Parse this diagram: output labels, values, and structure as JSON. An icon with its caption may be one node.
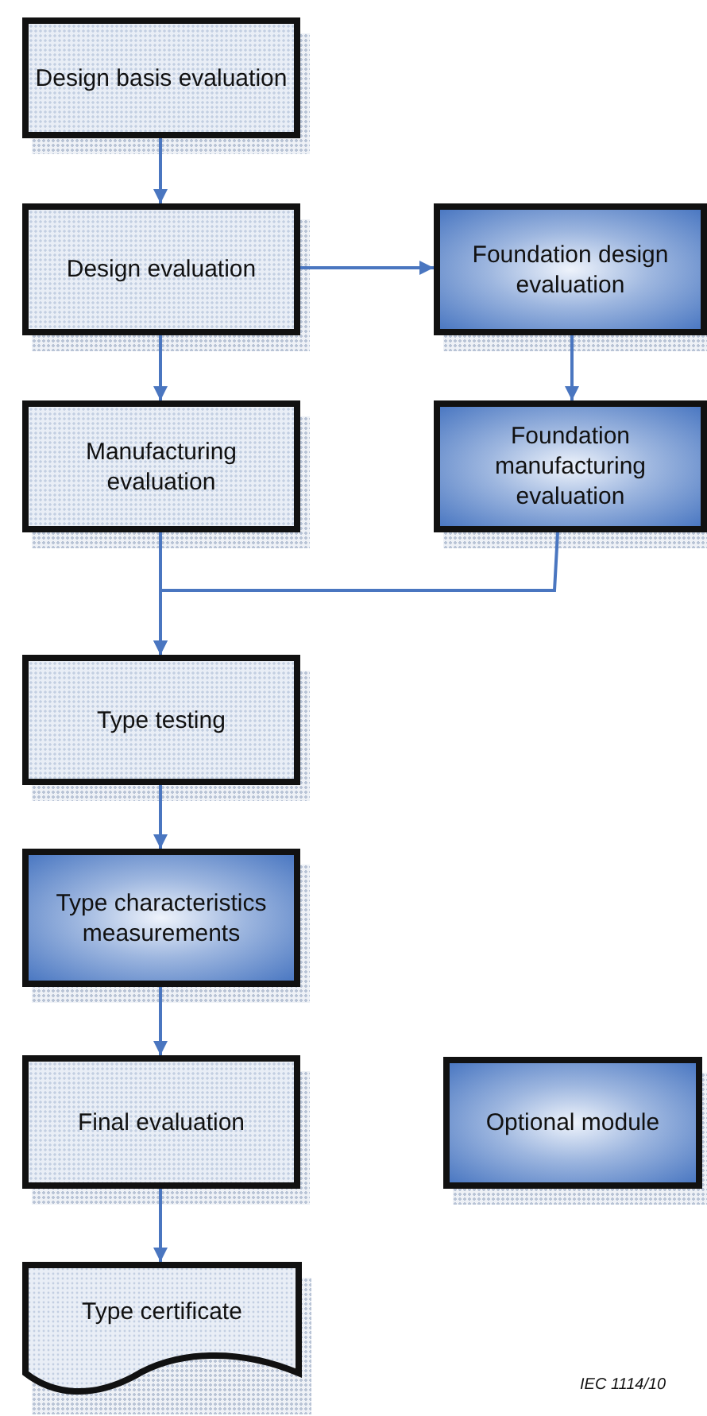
{
  "diagram": {
    "nodes": [
      {
        "text": [
          "Design basis evaluation"
        ]
      },
      {
        "text": [
          "Design evaluation"
        ]
      },
      {
        "text": [
          "Foundation design evaluation"
        ]
      },
      {
        "text": [
          "Manufacturing evaluation"
        ]
      },
      {
        "text": [
          "Foundation manufacturing evaluation"
        ]
      },
      {
        "text": [
          "Type testing"
        ]
      },
      {
        "text": [
          "Type characteristics measurements"
        ]
      },
      {
        "text": [
          "Final evaluation"
        ]
      },
      {
        "text": [
          "Optional module"
        ]
      },
      {
        "text": [
          "Type certificate"
        ]
      }
    ],
    "edges": [
      {
        "from": 0,
        "to": 1,
        "arrow": "to"
      },
      {
        "from": 1,
        "to": 2,
        "arrow": "to"
      },
      {
        "from": 1,
        "to": 3,
        "arrow": "to"
      },
      {
        "from": 2,
        "to": 4,
        "arrow": "to"
      },
      {
        "from": 3,
        "to": 5,
        "arrow": "to"
      },
      {
        "from": 4,
        "to": 5,
        "arrow": "to"
      },
      {
        "from": 5,
        "to": 6,
        "arrow": "to"
      },
      {
        "from": 6,
        "to": 7,
        "arrow": "to"
      },
      {
        "from": 7,
        "to": 9,
        "arrow": "to"
      }
    ],
    "labels": [
      "IEC 1114/10"
    ]
  }
}
